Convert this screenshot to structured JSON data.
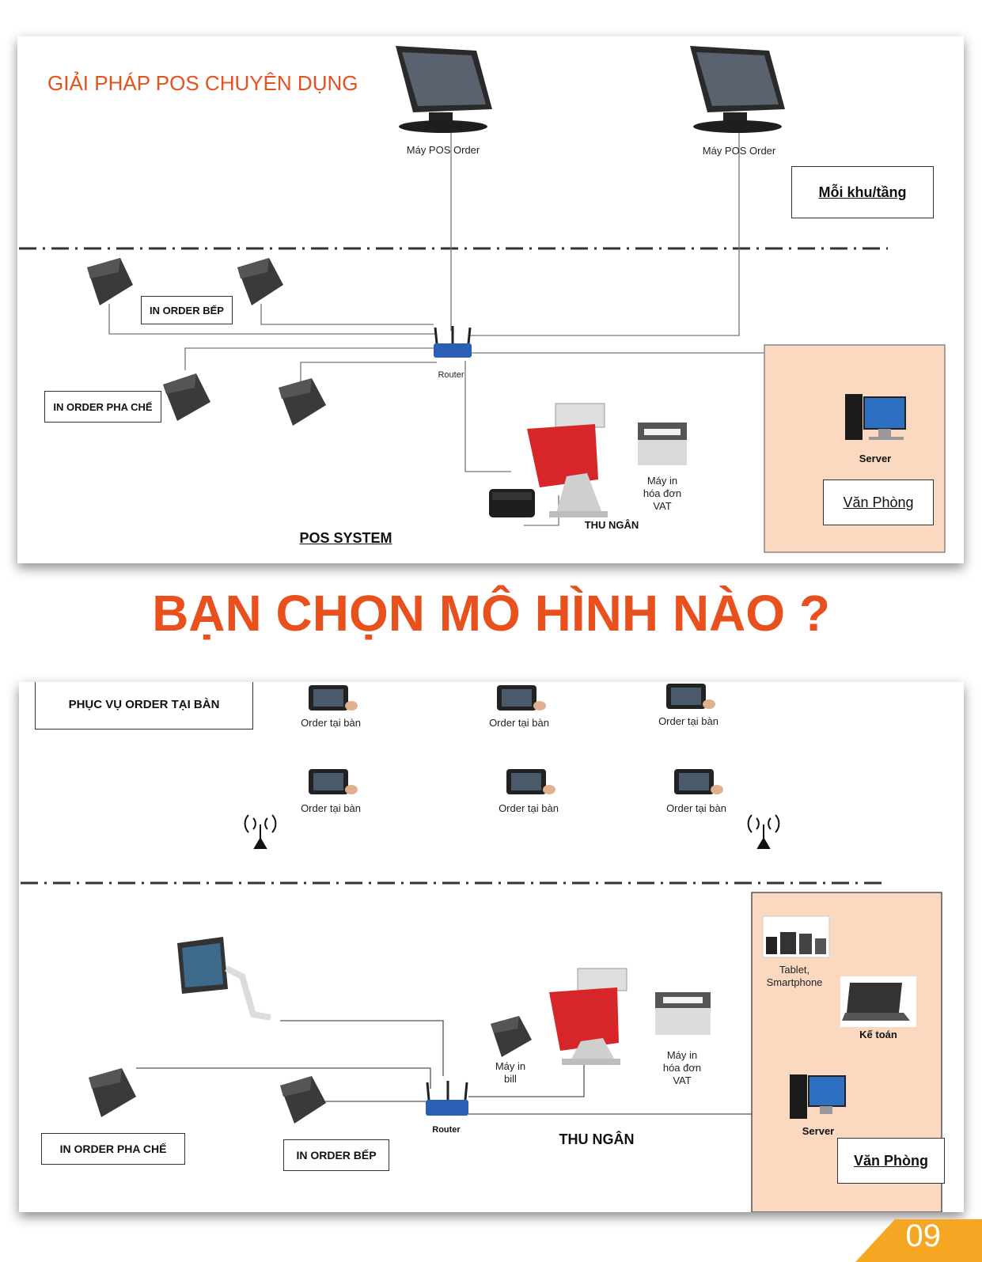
{
  "top": {
    "title": "GIẢI PHÁP POS CHUYÊN DỤNG",
    "pos_order_1": "Máy POS Order",
    "pos_order_2": "Máy POS Order",
    "area_box": "Mỗi khu/tầng",
    "in_order_bep": "IN ORDER BẾP",
    "in_order_pha_che": "IN ORDER PHA CHẾ",
    "router": "Router",
    "server": "Server",
    "vat_printer": "Máy in\nhóa đơn\nVAT",
    "cashier": "THU NGÂN",
    "office": "Văn Phòng",
    "system": "POS SYSTEM"
  },
  "question": "BẠN CHỌN MÔ HÌNH NÀO ?",
  "bottom": {
    "service_box": "PHỤC VỤ ORDER TẠI BÀN",
    "tablets": [
      "Order tại bàn",
      "Order tại bàn",
      "Order tại bàn",
      "Order tại bàn",
      "Order tại bàn",
      "Order tại bàn"
    ],
    "in_order_pha_che": "IN ORDER PHA CHẾ",
    "in_order_bep": "IN ORDER BẾP",
    "router": "Router",
    "bill_printer": "Máy in\nbill",
    "vat_printer": "Máy in\nhóa đơn\nVAT",
    "cashier": "THU NGÂN",
    "tablet_phone": "Tablet,\nSmartphone",
    "accountant": "Kế toán",
    "server": "Server",
    "office": "Văn Phòng"
  },
  "page_number": "09",
  "colors": {
    "accent": "#e8501e",
    "office_bg": "#fbd9c0",
    "tab": "#f5a623"
  }
}
